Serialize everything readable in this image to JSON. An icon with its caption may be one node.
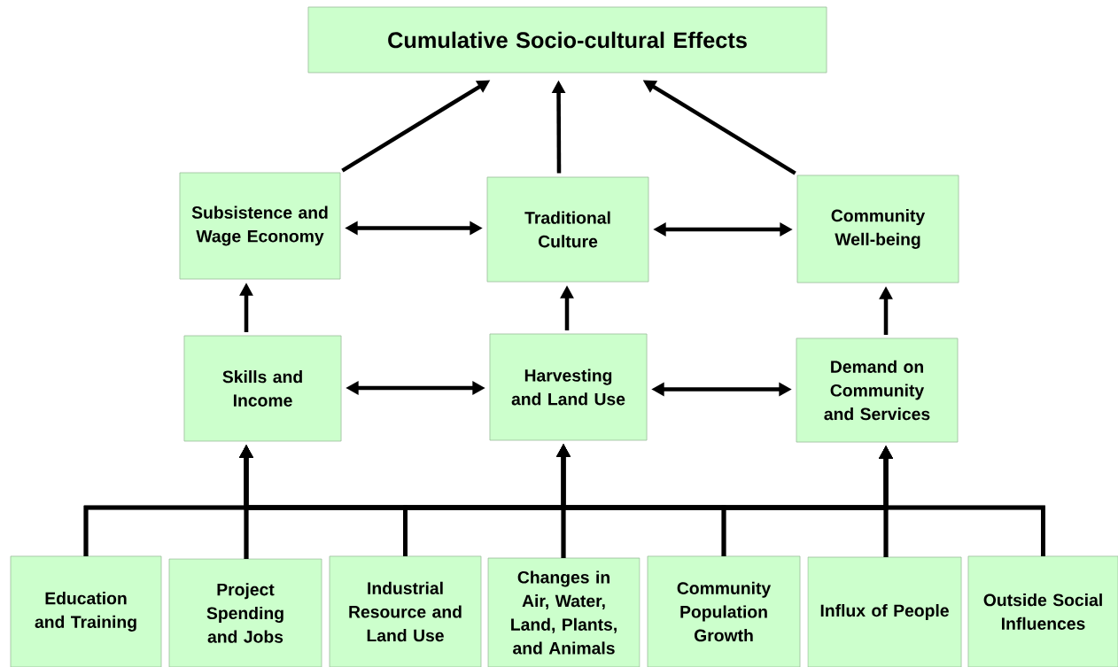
{
  "diagram": {
    "nodes": [
      {
        "text": [
          "Cumulative Socio-cultural Effects"
        ]
      },
      {
        "text": [
          "Subsistence and Wage Economy"
        ]
      },
      {
        "text": [
          "Traditional Culture"
        ]
      },
      {
        "text": [
          "Community Well-being"
        ]
      },
      {
        "text": [
          "Skills and Income"
        ]
      },
      {
        "text": [
          "Harvesting and Land Use"
        ]
      },
      {
        "text": [
          "Demand on Community and Services"
        ]
      },
      {
        "text": [
          "Education and Training"
        ]
      },
      {
        "text": [
          "Project Spending and Jobs"
        ]
      },
      {
        "text": [
          "Industrial Resource and Land Use"
        ]
      },
      {
        "text": [
          "Changes in Air, Water, Land, Plants, and Animals"
        ]
      },
      {
        "text": [
          "Community Population Growth"
        ]
      },
      {
        "text": [
          "Influx of People"
        ]
      },
      {
        "text": [
          "Outside Social Influences"
        ]
      }
    ],
    "edges": [
      {
        "from": 1,
        "to": 0,
        "arrow": "to"
      },
      {
        "from": 2,
        "to": 0,
        "arrow": "to"
      },
      {
        "from": 3,
        "to": 0,
        "arrow": "to"
      },
      {
        "from": 1,
        "to": 2,
        "arrow": "both"
      },
      {
        "from": 2,
        "to": 3,
        "arrow": "both"
      },
      {
        "from": 4,
        "to": 1,
        "arrow": "to"
      },
      {
        "from": 5,
        "to": 2,
        "arrow": "to"
      },
      {
        "from": 6,
        "to": 3,
        "arrow": "to"
      },
      {
        "from": 4,
        "to": 5,
        "arrow": "both"
      },
      {
        "from": 5,
        "to": 6,
        "arrow": "both"
      },
      {
        "from": 7,
        "to": 4,
        "arrow": "to"
      },
      {
        "from": 7,
        "to": 5,
        "arrow": "to"
      },
      {
        "from": 7,
        "to": 6,
        "arrow": "to"
      },
      {
        "from": 8,
        "to": 4,
        "arrow": "to"
      },
      {
        "from": 8,
        "to": 5,
        "arrow": "to"
      },
      {
        "from": 8,
        "to": 6,
        "arrow": "to"
      },
      {
        "from": 9,
        "to": 4,
        "arrow": "to"
      },
      {
        "from": 9,
        "to": 5,
        "arrow": "to"
      },
      {
        "from": 9,
        "to": 6,
        "arrow": "to"
      },
      {
        "from": 10,
        "to": 4,
        "arrow": "to"
      },
      {
        "from": 10,
        "to": 5,
        "arrow": "to"
      },
      {
        "from": 10,
        "to": 6,
        "arrow": "to"
      },
      {
        "from": 11,
        "to": 4,
        "arrow": "to"
      },
      {
        "from": 11,
        "to": 5,
        "arrow": "to"
      },
      {
        "from": 11,
        "to": 6,
        "arrow": "to"
      },
      {
        "from": 12,
        "to": 4,
        "arrow": "to"
      },
      {
        "from": 12,
        "to": 5,
        "arrow": "to"
      },
      {
        "from": 12,
        "to": 6,
        "arrow": "to"
      },
      {
        "from": 13,
        "to": 4,
        "arrow": "to"
      },
      {
        "from": 13,
        "to": 5,
        "arrow": "to"
      },
      {
        "from": 13,
        "to": 6,
        "arrow": "to"
      }
    ]
  }
}
